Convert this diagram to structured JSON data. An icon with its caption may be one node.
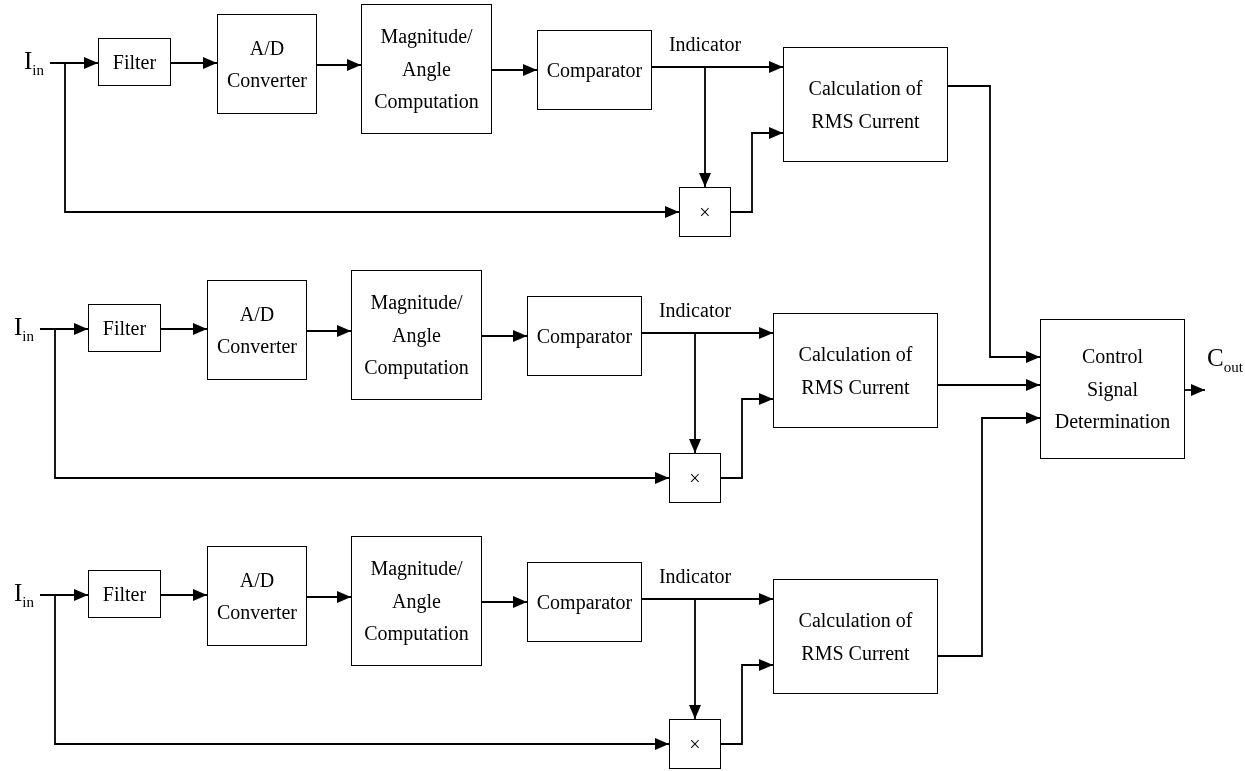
{
  "diagram": {
    "nodes": [
      {
        "text": [
          "I$_{in}$"
        ]
      },
      {
        "text": [
          "Filter"
        ]
      },
      {
        "text": [
          "A/D Converter"
        ]
      },
      {
        "text": [
          "Magnitude/ Angle Computation"
        ]
      },
      {
        "text": [
          "Comparator"
        ]
      },
      {
        "text": [
          "Calculation of RMS Current"
        ]
      },
      {
        "text": [
          "×"
        ]
      },
      {
        "text": [
          "I$_{in}$"
        ]
      },
      {
        "text": [
          "Filter"
        ]
      },
      {
        "text": [
          "A/D Converter"
        ]
      },
      {
        "text": [
          "Magnitude/ Angle Computation"
        ]
      },
      {
        "text": [
          "Comparator"
        ]
      },
      {
        "text": [
          "Calculation of RMS Current"
        ]
      },
      {
        "text": [
          "×"
        ]
      },
      {
        "text": [
          "I$_{in}$"
        ]
      },
      {
        "text": [
          "Filter"
        ]
      },
      {
        "text": [
          "A/D Converter"
        ]
      },
      {
        "text": [
          "Magnitude/ Angle Computation"
        ]
      },
      {
        "text": [
          "Comparator"
        ]
      },
      {
        "text": [
          "Calculation of RMS Current"
        ]
      },
      {
        "text": [
          "×"
        ]
      },
      {
        "text": [
          "Control Signal Determination"
        ]
      },
      {
        "text": [
          "C$_{out}$"
        ]
      }
    ],
    "edges": [
      {
        "from": 0,
        "to": 1,
        "arrow": "to"
      },
      {
        "from": 1,
        "to": 2,
        "arrow": "to"
      },
      {
        "from": 2,
        "to": 3,
        "arrow": "to"
      },
      {
        "from": 3,
        "to": 4,
        "arrow": "to"
      },
      {
        "from": 4,
        "to": 5,
        "arrow": "to",
        "label": "Indicator"
      },
      {
        "from": 4,
        "to": 6,
        "arrow": "to"
      },
      {
        "from": 0,
        "to": 6,
        "arrow": "to"
      },
      {
        "from": 6,
        "to": 5,
        "arrow": "to"
      },
      {
        "from": 5,
        "to": 21,
        "arrow": "to"
      },
      {
        "from": 7,
        "to": 8,
        "arrow": "to"
      },
      {
        "from": 8,
        "to": 9,
        "arrow": "to"
      },
      {
        "from": 9,
        "to": 10,
        "arrow": "to"
      },
      {
        "from": 10,
        "to": 11,
        "arrow": "to"
      },
      {
        "from": 11,
        "to": 12,
        "arrow": "to",
        "label": "Indicator"
      },
      {
        "from": 11,
        "to": 13,
        "arrow": "to"
      },
      {
        "from": 7,
        "to": 13,
        "arrow": "to"
      },
      {
        "from": 13,
        "to": 12,
        "arrow": "to"
      },
      {
        "from": 12,
        "to": 21,
        "arrow": "to"
      },
      {
        "from": 14,
        "to": 15,
        "arrow": "to"
      },
      {
        "from": 15,
        "to": 16,
        "arrow": "to"
      },
      {
        "from": 16,
        "to": 17,
        "arrow": "to"
      },
      {
        "from": 17,
        "to": 18,
        "arrow": "to"
      },
      {
        "from": 18,
        "to": 19,
        "arrow": "to",
        "label": "Indicator"
      },
      {
        "from": 18,
        "to": 20,
        "arrow": "to"
      },
      {
        "from": 14,
        "to": 20,
        "arrow": "to"
      },
      {
        "from": 20,
        "to": 19,
        "arrow": "to"
      },
      {
        "from": 19,
        "to": 21,
        "arrow": "to"
      },
      {
        "from": 21,
        "to": 22,
        "arrow": "to"
      }
    ]
  }
}
